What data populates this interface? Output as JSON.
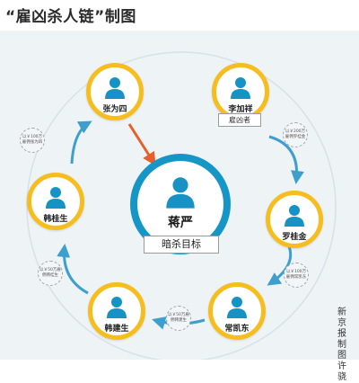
{
  "title": "“雇凶杀人链”制图",
  "center": {
    "name": "蒋严",
    "label": "暗杀目标"
  },
  "nodes": [
    {
      "id": "n1",
      "name": "张为四"
    },
    {
      "id": "n2",
      "name": "李加祥",
      "role": "雇凶者"
    },
    {
      "id": "n3",
      "name": "罗桂金"
    },
    {
      "id": "n4",
      "name": "常凯东"
    },
    {
      "id": "n5",
      "name": "韩建生"
    },
    {
      "id": "n6",
      "name": "韩桂生"
    }
  ],
  "money_notes": [
    {
      "id": "m1",
      "text": "以￥100万雇佣张为四"
    },
    {
      "id": "m2",
      "text": "以￥200万雇佣罗桂金"
    },
    {
      "id": "m3",
      "text": "以￥100万雇佣常凯东"
    },
    {
      "id": "m4",
      "text": "以￥50万雇佣韩建生"
    },
    {
      "id": "m5",
      "text": "以￥50万雇佣韩桂生"
    }
  ],
  "credit": "新京报制图 许骁",
  "colors": {
    "ring": "#f6bd1f",
    "center_ring": "#1596c6",
    "avatar": "#1792c4",
    "flow_arrow": "#3d9fce",
    "target_arrow": "#e6602b",
    "background": "#eef3f6"
  }
}
